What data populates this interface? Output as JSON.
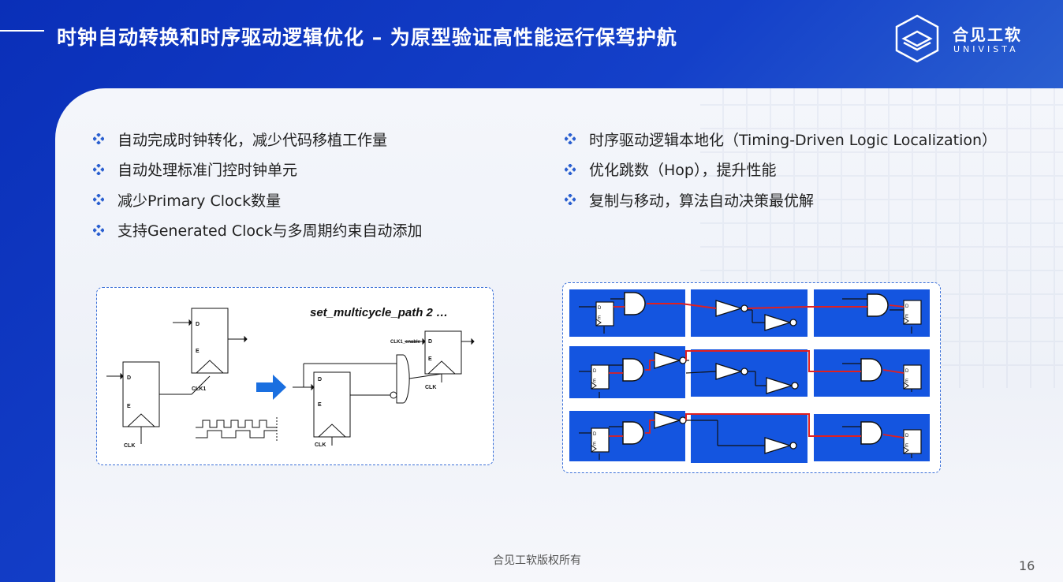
{
  "slide": {
    "title": "时钟自动转换和时序驱动逻辑优化 – 为原型验证高性能运行保驾护航",
    "page_number": "16",
    "footer": "合见工软版权所有"
  },
  "logo": {
    "name_cn": "合见工软",
    "name_en": "UNIVISTA"
  },
  "bullets_left": [
    "自动完成时钟转化，减少代码移植工作量",
    "自动处理标准门控时钟单元",
    "减少Primary Clock数量",
    "支持Generated Clock与多周期约束自动添加"
  ],
  "bullets_right": [
    "时序驱动逻辑本地化（Timing-Driven Logic Localization）",
    "优化跳数（Hop），提升性能",
    "复制与移动，算法自动决策最优解"
  ],
  "diagram_left": {
    "command": "set_multicycle_path 2 …",
    "labels": {
      "d": "D",
      "e": "E",
      "clk": "CLK",
      "clk1": "CLK1",
      "clk1_enable": "CLK1_enable"
    }
  },
  "diagram_right": {
    "labels": {
      "d": "D",
      "e": "E"
    }
  },
  "colors": {
    "header_blue": "#0a2fb8",
    "accent_blue": "#1a52d8",
    "block_blue": "#1455e0",
    "path_red": "#e02020",
    "bullet_blue": "#2a5fd0"
  }
}
